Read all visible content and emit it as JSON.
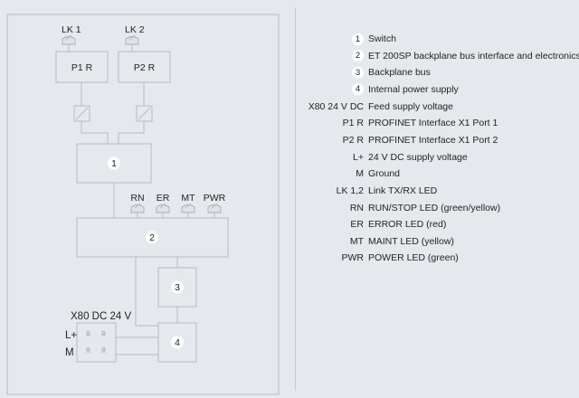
{
  "diagram": {
    "lk1": "LK 1",
    "lk2": "LK 2",
    "p1r": "P1 R",
    "p2r": "P2 R",
    "n1": "1",
    "n2": "2",
    "n3": "3",
    "n4": "4",
    "rn": "RN",
    "er": "ER",
    "mt": "MT",
    "pwr": "PWR",
    "x80": "X80 DC 24 V",
    "lplus": "L+",
    "m": "M"
  },
  "legend": [
    {
      "key": "1",
      "circled": true,
      "text": "Switch"
    },
    {
      "key": "2",
      "circled": true,
      "text": "ET 200SP backplane bus interface and electronics"
    },
    {
      "key": "3",
      "circled": true,
      "text": "Backplane bus"
    },
    {
      "key": "4",
      "circled": true,
      "text": "Internal power supply"
    },
    {
      "key": "X80 24 V DC",
      "circled": false,
      "text": "Feed supply voltage"
    },
    {
      "key": "P1 R",
      "circled": false,
      "text": "PROFINET Interface X1 Port 1"
    },
    {
      "key": "P2 R",
      "circled": false,
      "text": "PROFINET Interface X1 Port 2"
    },
    {
      "key": "L+",
      "circled": false,
      "text": "24 V DC supply voltage"
    },
    {
      "key": "M",
      "circled": false,
      "text": "Ground"
    },
    {
      "key": "LK 1,2",
      "circled": false,
      "text": "Link TX/RX LED"
    },
    {
      "key": "RN",
      "circled": false,
      "text": "RUN/STOP LED (green/yellow)"
    },
    {
      "key": "ER",
      "circled": false,
      "text": "ERROR LED (red)"
    },
    {
      "key": "MT",
      "circled": false,
      "text": "MAINT LED (yellow)"
    },
    {
      "key": "PWR",
      "circled": false,
      "text": "POWER LED (green)"
    }
  ]
}
